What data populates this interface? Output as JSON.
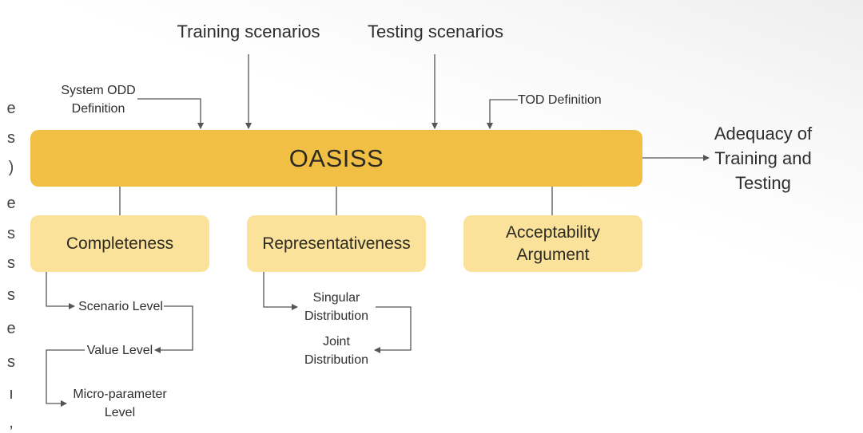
{
  "diagram": {
    "main_node": "OASISS",
    "inputs": {
      "training": "Training scenarios",
      "testing": "Testing scenarios",
      "system_odd": "System ODD\nDefinition",
      "tod": "TOD Definition"
    },
    "output": "Adequacy of\nTraining and\nTesting",
    "pillars": [
      {
        "label": "Completeness",
        "levels": [
          "Scenario Level",
          "Value Level",
          "Micro-parameter\nLevel"
        ]
      },
      {
        "label": "Representativeness",
        "levels": [
          "Singular\nDistribution",
          "Joint\nDistribution"
        ]
      },
      {
        "label": "Acceptability\nArgument",
        "levels": []
      }
    ]
  },
  "colors": {
    "main_box": "#f2bf45",
    "sub_box": "#fae29a",
    "line": "#555555"
  }
}
